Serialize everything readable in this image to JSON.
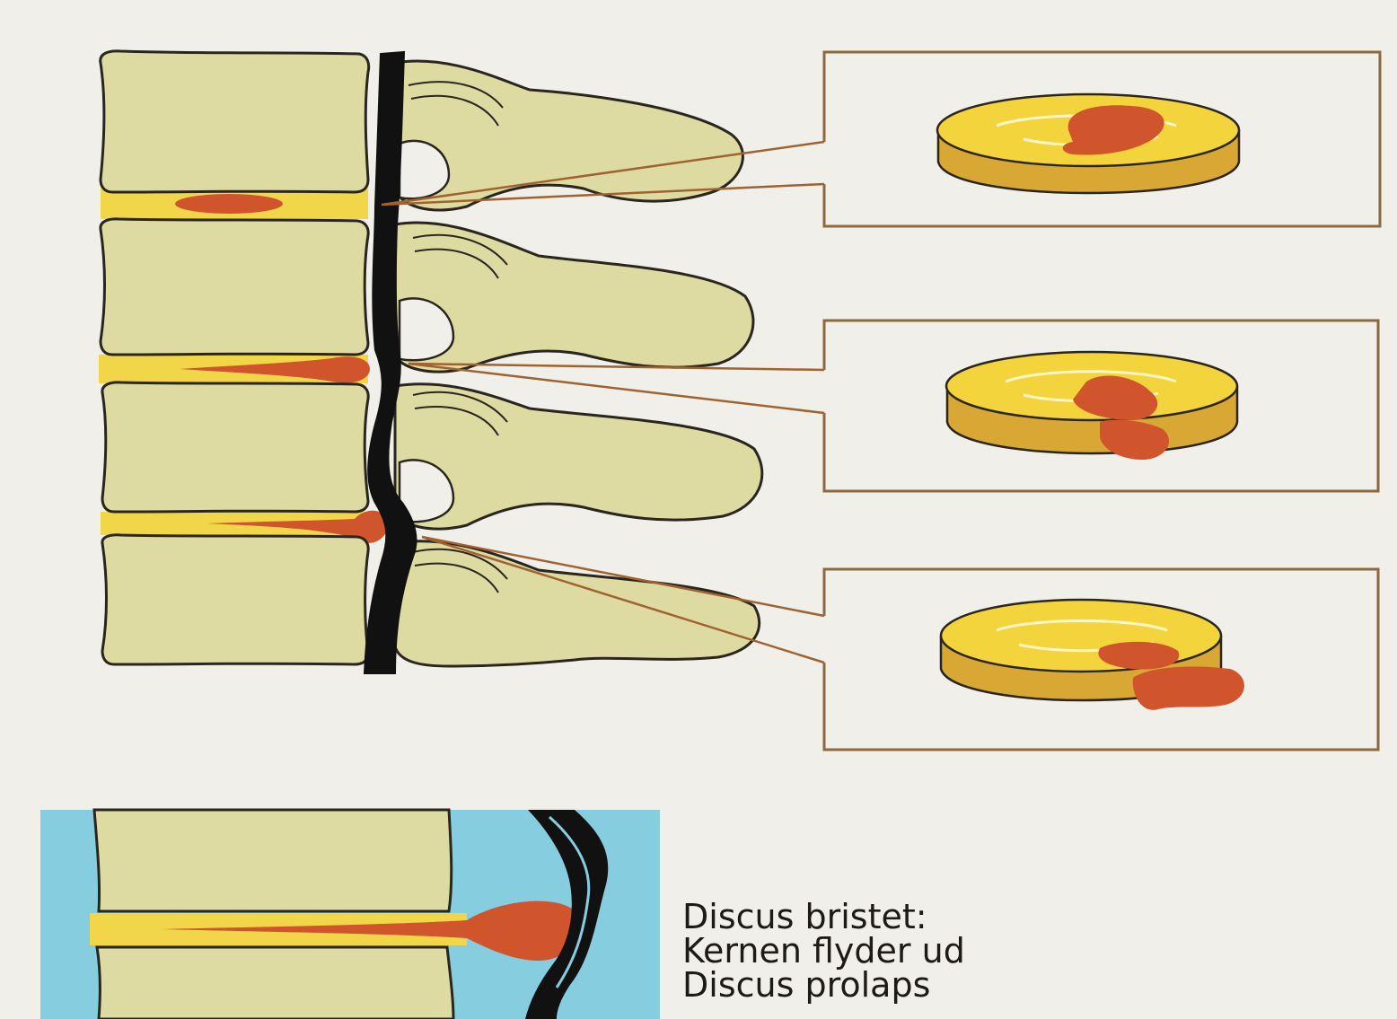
{
  "caption": {
    "line1": "Discus bristet:",
    "line2": "Kernen flyder ud",
    "line3": "Discus prolaps"
  },
  "colors": {
    "background": "#f1efea",
    "bone": "#dedba2",
    "disc": "#f1d64a",
    "nucleus": "#d0542c",
    "spinal_cord": "#111111",
    "fluid": "#86cde0",
    "outline": "#2a261f",
    "pointer": "#a0622e"
  }
}
